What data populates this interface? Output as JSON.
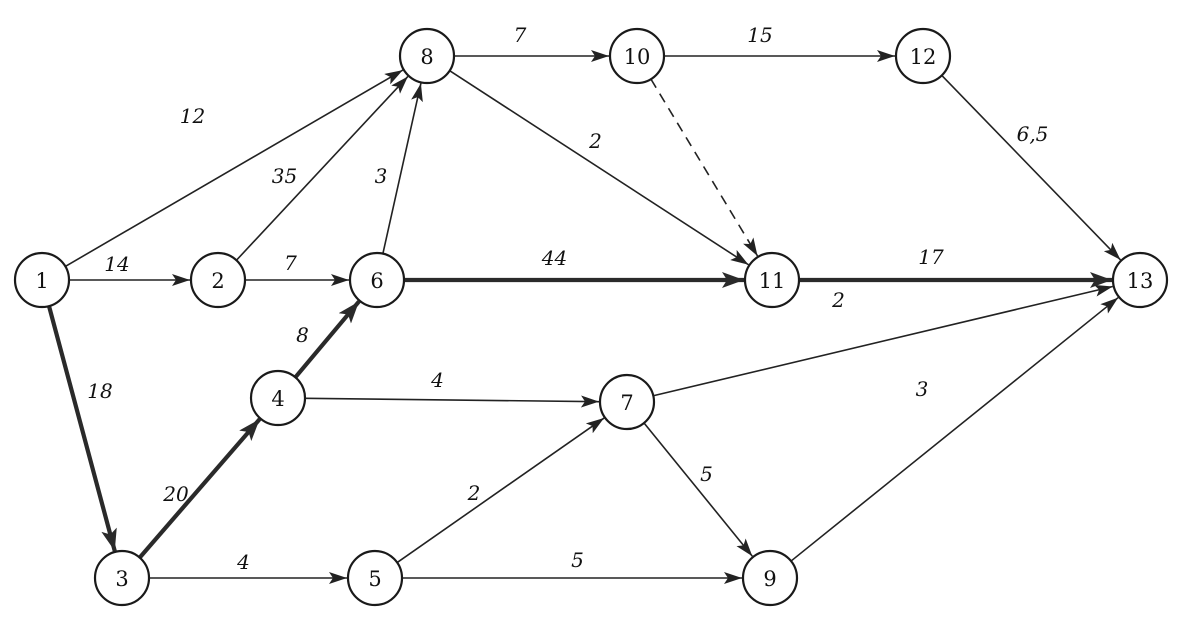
{
  "colors": {
    "background": "#ffffff",
    "ink": "#1a1a1a",
    "critical": "#2a2a2a"
  },
  "nodes": [
    {
      "id": "1",
      "label": "1"
    },
    {
      "id": "2",
      "label": "2"
    },
    {
      "id": "3",
      "label": "3"
    },
    {
      "id": "4",
      "label": "4"
    },
    {
      "id": "5",
      "label": "5"
    },
    {
      "id": "6",
      "label": "6"
    },
    {
      "id": "7",
      "label": "7"
    },
    {
      "id": "8",
      "label": "8"
    },
    {
      "id": "9",
      "label": "9"
    },
    {
      "id": "10",
      "label": "10"
    },
    {
      "id": "11",
      "label": "11"
    },
    {
      "id": "12",
      "label": "12"
    },
    {
      "id": "13",
      "label": "13"
    }
  ],
  "edges": [
    {
      "from": "1",
      "to": "8",
      "label": "12",
      "critical": false,
      "dummy": false
    },
    {
      "from": "1",
      "to": "2",
      "label": "14",
      "critical": false,
      "dummy": false
    },
    {
      "from": "1",
      "to": "3",
      "label": "18",
      "critical": true,
      "dummy": false
    },
    {
      "from": "2",
      "to": "8",
      "label": "35",
      "critical": false,
      "dummy": false
    },
    {
      "from": "2",
      "to": "6",
      "label": "7",
      "critical": false,
      "dummy": false
    },
    {
      "from": "3",
      "to": "4",
      "label": "20",
      "critical": true,
      "dummy": false
    },
    {
      "from": "3",
      "to": "5",
      "label": "4",
      "critical": false,
      "dummy": false
    },
    {
      "from": "4",
      "to": "6",
      "label": "8",
      "critical": true,
      "dummy": false
    },
    {
      "from": "4",
      "to": "7",
      "label": "4",
      "critical": false,
      "dummy": false
    },
    {
      "from": "5",
      "to": "7",
      "label": "2",
      "critical": false,
      "dummy": false
    },
    {
      "from": "5",
      "to": "9",
      "label": "5",
      "critical": false,
      "dummy": false
    },
    {
      "from": "6",
      "to": "8",
      "label": "3",
      "critical": false,
      "dummy": false
    },
    {
      "from": "6",
      "to": "11",
      "label": "44",
      "critical": true,
      "dummy": false
    },
    {
      "from": "7",
      "to": "13",
      "label": "2",
      "critical": false,
      "dummy": false
    },
    {
      "from": "7",
      "to": "9",
      "label": "5",
      "critical": false,
      "dummy": false
    },
    {
      "from": "8",
      "to": "10",
      "label": "7",
      "critical": false,
      "dummy": false
    },
    {
      "from": "8",
      "to": "11",
      "label": "2",
      "critical": false,
      "dummy": false
    },
    {
      "from": "9",
      "to": "13",
      "label": "3",
      "critical": false,
      "dummy": false
    },
    {
      "from": "10",
      "to": "12",
      "label": "15",
      "critical": false,
      "dummy": false
    },
    {
      "from": "10",
      "to": "11",
      "label": "",
      "critical": false,
      "dummy": true
    },
    {
      "from": "11",
      "to": "13",
      "label": "17",
      "critical": true,
      "dummy": false
    },
    {
      "from": "12",
      "to": "13",
      "label": "6,5",
      "critical": false,
      "dummy": false
    }
  ]
}
